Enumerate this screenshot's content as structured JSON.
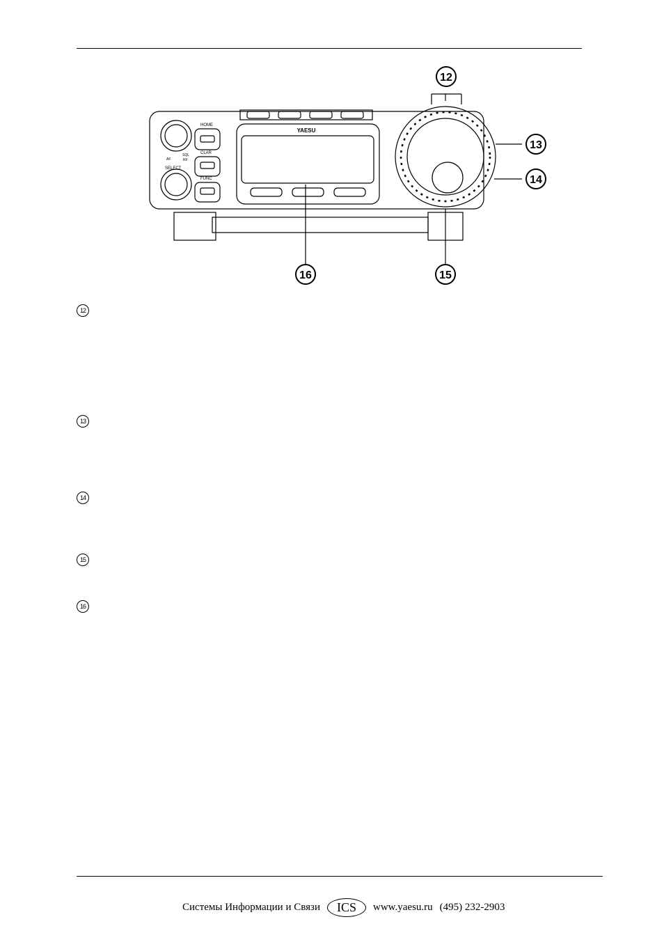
{
  "diagram": {
    "brand": "YAESU",
    "buttons": {
      "home": "HOME",
      "clar": "CLAR",
      "func": "FUNC",
      "select": "SELECT",
      "af": "AF",
      "sql": "SQL",
      "rf": "RF"
    },
    "callouts": [
      "12",
      "13",
      "14",
      "15",
      "16"
    ]
  },
  "items": [
    {
      "num": "12"
    },
    {
      "num": "13"
    },
    {
      "num": "14"
    },
    {
      "num": "15"
    },
    {
      "num": "16"
    }
  ],
  "footer": {
    "company": "Системы Информации и Связи",
    "logo": "ICS",
    "website": "www.yaesu.ru",
    "phone": "(495) 232-2903"
  }
}
